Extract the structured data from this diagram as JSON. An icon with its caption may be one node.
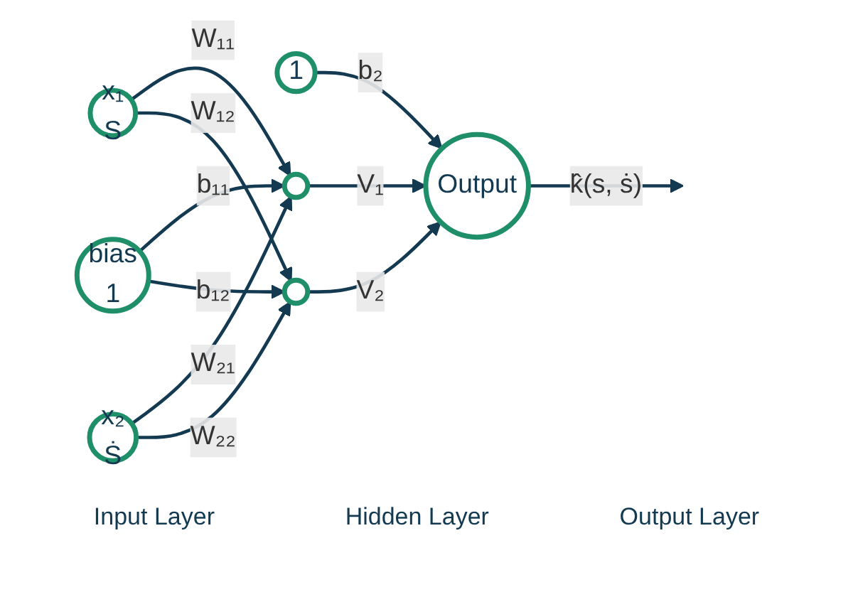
{
  "diagram": {
    "nodes": [
      {
        "text": [
          "bias",
          "1"
        ]
      },
      {
        "text": [
          "1"
        ]
      },
      {
        "text": [
          "x₁",
          "S"
        ]
      },
      {
        "text": [
          "x₂",
          "Ṡ"
        ]
      },
      {
        "text": [],
        "shape": "circle"
      },
      {
        "text": [],
        "shape": "circle"
      },
      {
        "text": [
          "Output"
        ]
      }
    ],
    "edges": [
      {
        "from": 0,
        "to": 4,
        "arrow": "to",
        "label": "b₁₁"
      },
      {
        "from": 2,
        "to": 4,
        "arrow": "to",
        "label": "W₁₁"
      },
      {
        "from": 2,
        "to": 5,
        "arrow": "to",
        "label": "W₁₂"
      },
      {
        "from": 3,
        "to": 4,
        "arrow": "to",
        "label": "W₂₁"
      },
      {
        "from": 3,
        "to": 5,
        "arrow": "to",
        "label": "W₂₂"
      },
      {
        "from": 0,
        "to": 5,
        "arrow": "to",
        "label": "b₁₂"
      },
      {
        "from": 1,
        "to": 6,
        "arrow": "to",
        "label": "b₂"
      },
      {
        "from": 4,
        "to": 6,
        "arrow": "to",
        "label": "V₁"
      },
      {
        "from": 5,
        "to": 6,
        "arrow": "to",
        "label": "V₂"
      },
      {
        "from": 6,
        "to": null,
        "arrow": "to",
        "label": "k̂(s, ṡ)"
      }
    ],
    "labels": [
      "Input Layer",
      "Hidden Layer",
      "Output Layer"
    ]
  }
}
